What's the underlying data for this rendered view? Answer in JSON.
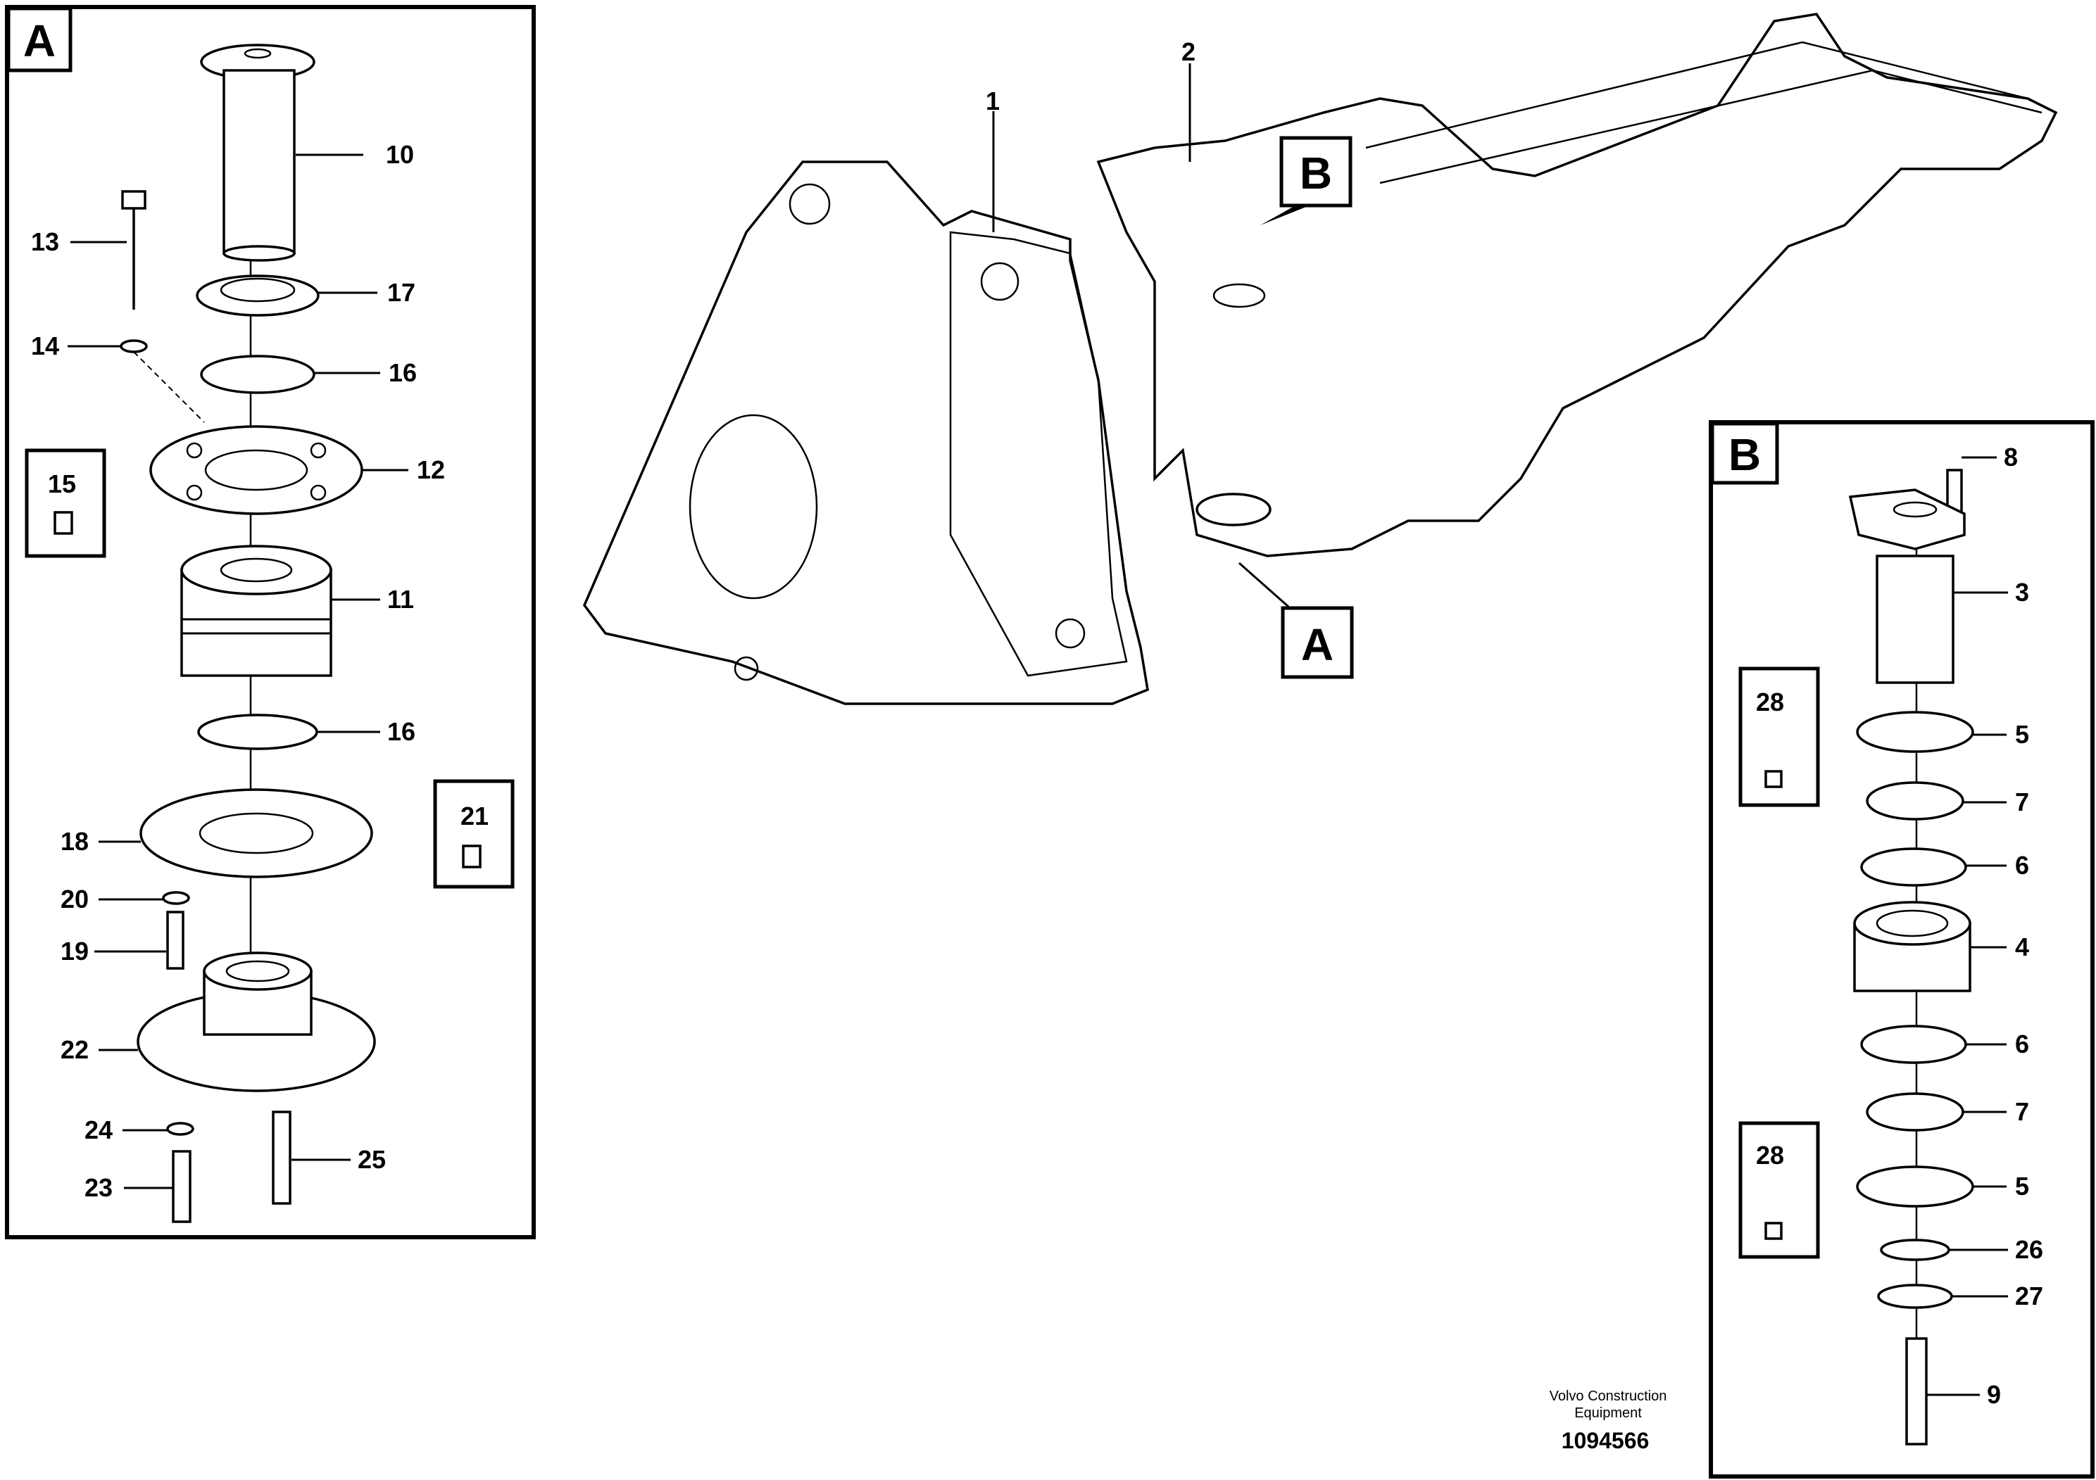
{
  "detail_a": {
    "frame_letter": "A",
    "callouts": [
      "10",
      "13",
      "17",
      "14",
      "16",
      "15",
      "12",
      "11",
      "16",
      "21",
      "18",
      "20",
      "19",
      "22",
      "24",
      "25",
      "23"
    ]
  },
  "detail_b": {
    "frame_letter": "B",
    "callouts": [
      "8",
      "3",
      "28",
      "5",
      "7",
      "6",
      "4",
      "6",
      "7",
      "28",
      "5",
      "26",
      "27",
      "9"
    ]
  },
  "main_view": {
    "callouts": [
      "1",
      "2"
    ],
    "markers": [
      "B",
      "A"
    ]
  },
  "footer": {
    "brand_line1": "Volvo Construction",
    "brand_line2": "Equipment",
    "drawing_number": "1094566"
  }
}
